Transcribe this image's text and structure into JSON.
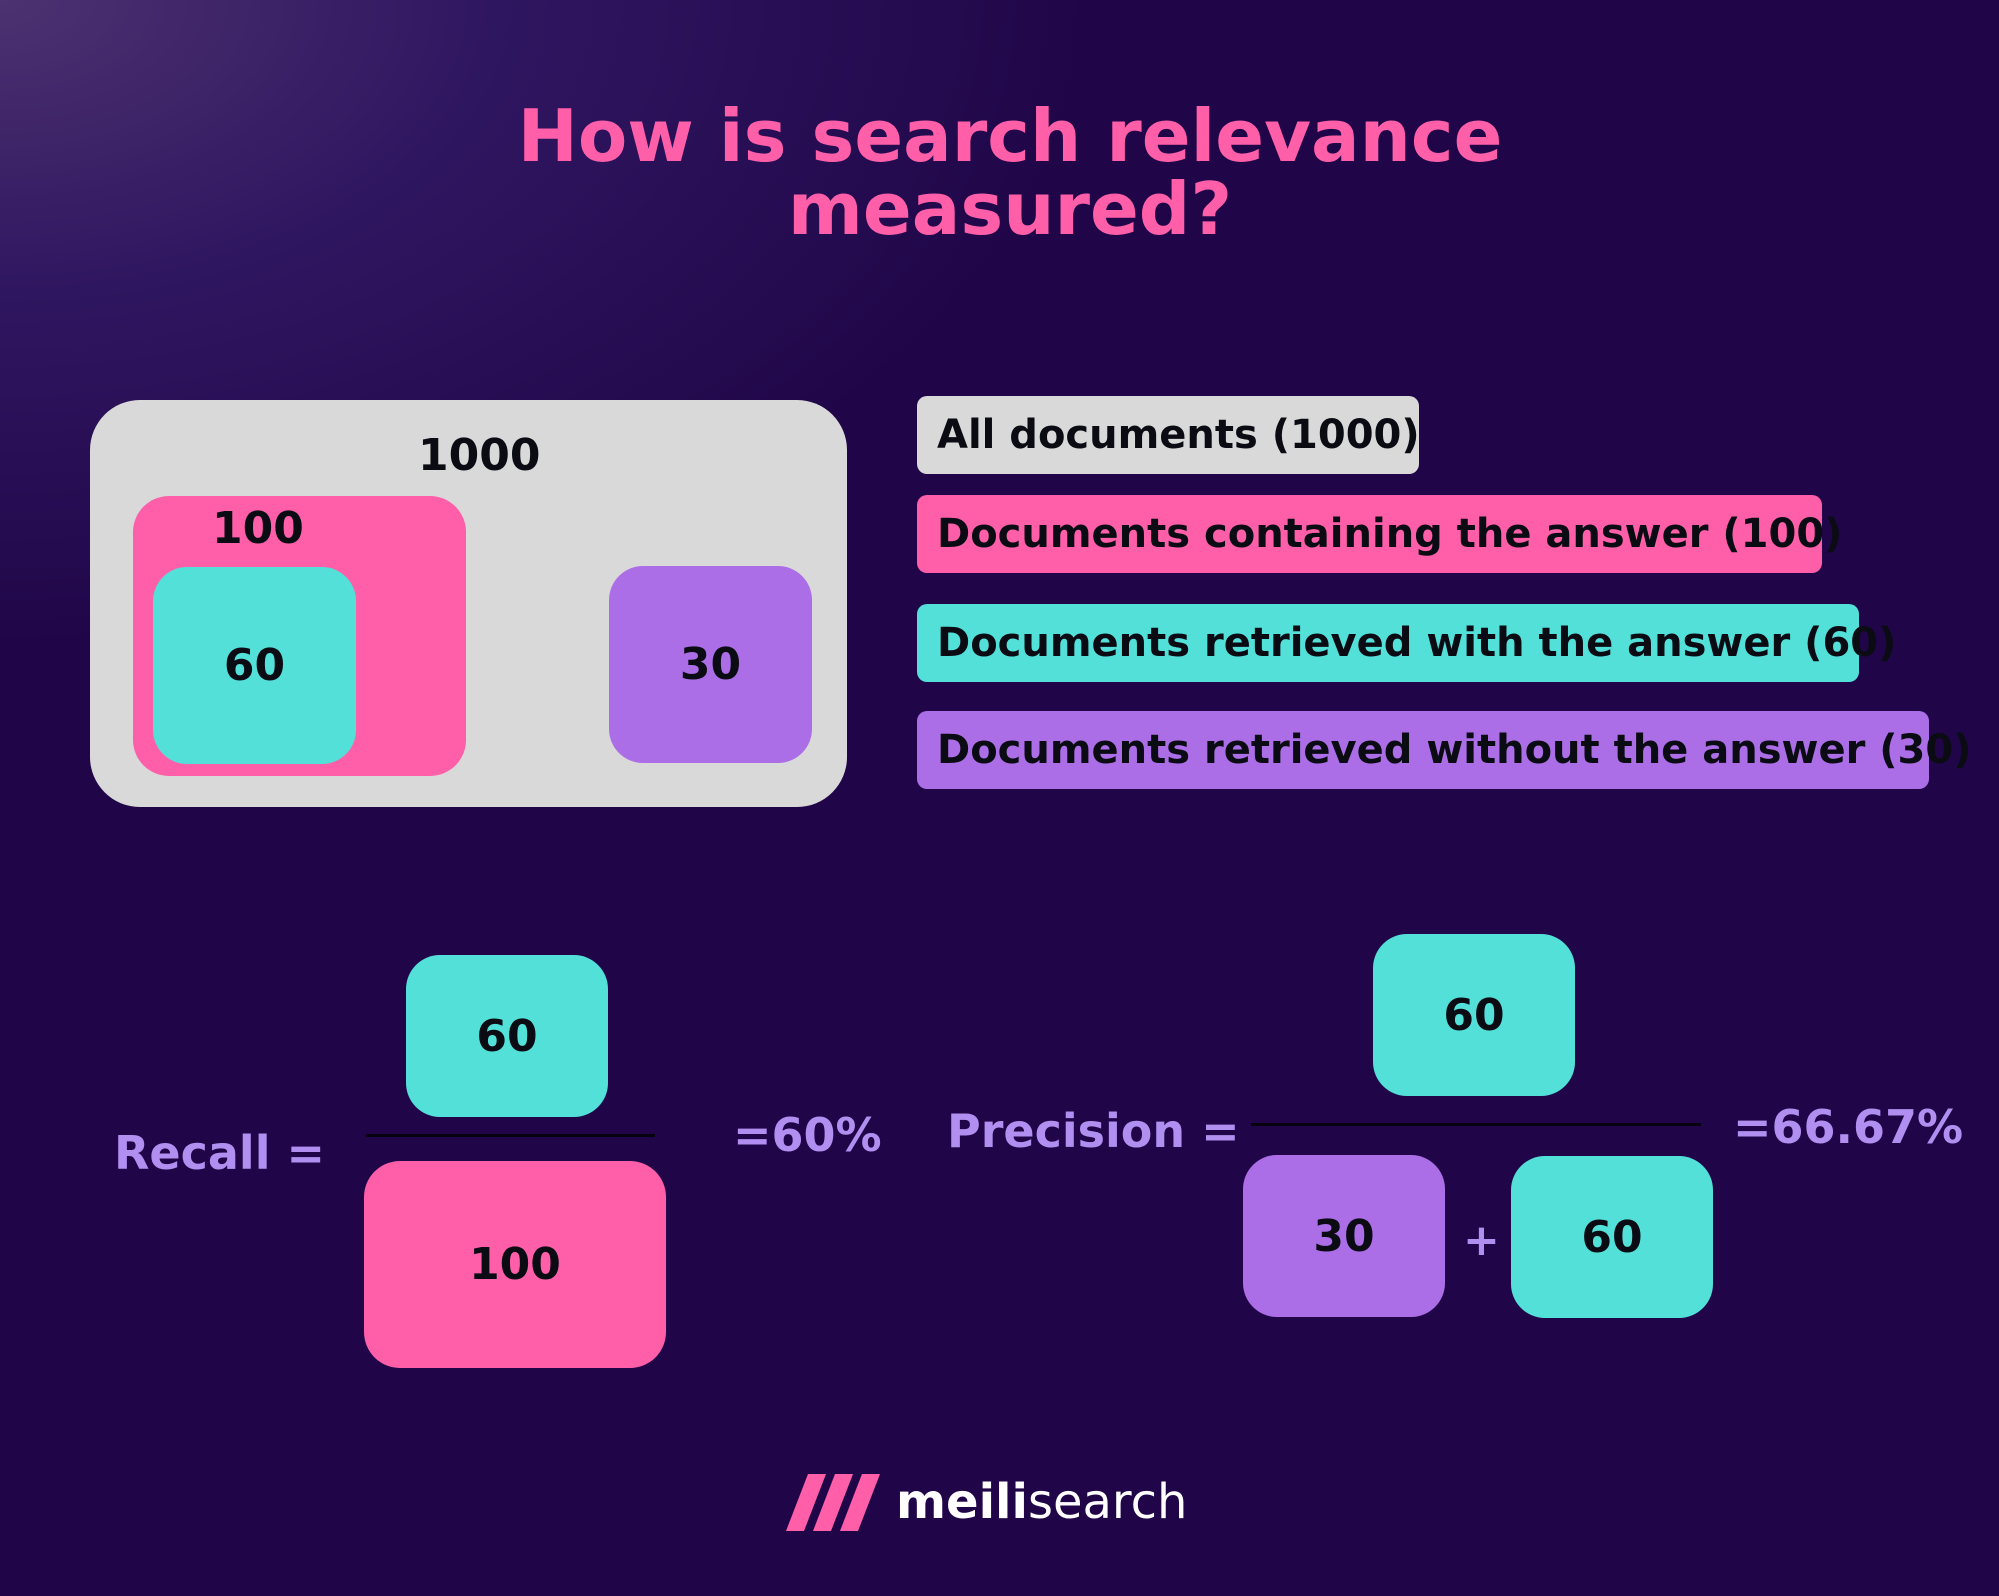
{
  "title": {
    "line1": "How is search relevance",
    "line2": "measured?"
  },
  "diagram": {
    "total": "1000",
    "relevant": "100",
    "retrieved_relevant": "60",
    "retrieved_irrelevant": "30"
  },
  "legend": [
    {
      "label": "All documents (1000)",
      "color": "#d9d9d9"
    },
    {
      "label": "Documents containing the answer (100)",
      "color": "#ff5fa9"
    },
    {
      "label": "Documents retrieved with the answer (60)",
      "color": "#52e0d8"
    },
    {
      "label": "Documents retrieved without the answer (30)",
      "color": "#ab6ee6"
    }
  ],
  "recall": {
    "label": "Recall =",
    "numerator": "60",
    "denominator": "100",
    "result": "=60%"
  },
  "precision": {
    "label": "Precision =",
    "numerator": "60",
    "denominator_a": "30",
    "plus": "+",
    "denominator_b": "60",
    "result": "=66.67%"
  },
  "brand": {
    "bold": "meili",
    "regular": "search",
    "logo_color": "#ff5fa9"
  },
  "colors": {
    "background": "#200648",
    "title": "#ff5fa9",
    "gray": "#d9d9d9",
    "pink": "#ff5fa9",
    "teal": "#52e0d8",
    "purple": "#ab6ee6",
    "label": "#b08ff0"
  }
}
